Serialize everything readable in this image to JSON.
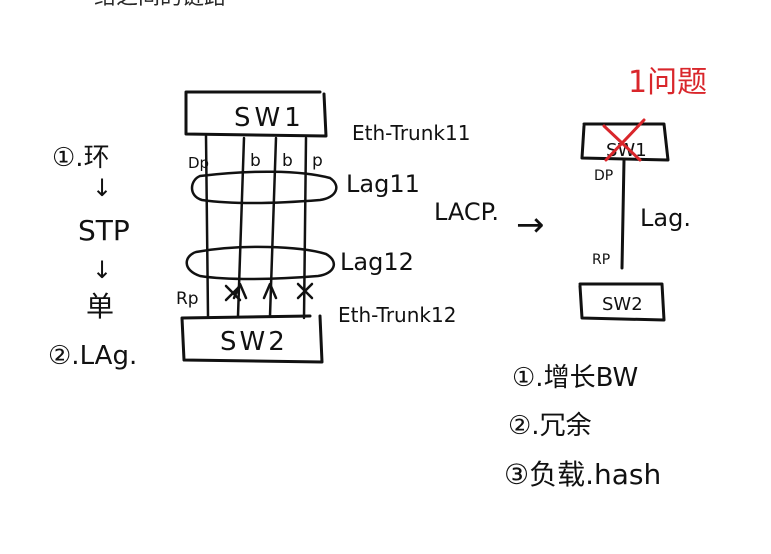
{
  "colors": {
    "ink": "#111111",
    "red": "#d9262b",
    "background": "#ffffff"
  },
  "top_partial_text": "——络之间的链路",
  "left": {
    "step1": "①.环",
    "arrow": "↓",
    "stp": "STP",
    "dan": "单",
    "step2": "②.LAg."
  },
  "center": {
    "sw1": "SW1",
    "sw2": "SW2",
    "port_dp": "Dp",
    "port_b1": "b",
    "port_b2": "b",
    "port_p": "p",
    "port_rp": "Rp",
    "eth_trunk_top": "Eth-Trunk11",
    "eth_trunk_bottom": "Eth-Trunk12",
    "lag_top": "Lag11",
    "lag_bottom": "Lag12"
  },
  "middle": {
    "lacp": "LACP.",
    "arrow": "→"
  },
  "right": {
    "problem": "1问题",
    "sw1": "SW1",
    "sw2": "SW2",
    "dp": "DP",
    "rp": "RP",
    "lag": "Lag."
  },
  "benefits": {
    "item1": "①.增长BW",
    "item2": "②.冗余",
    "item3": "③负载.hash"
  }
}
